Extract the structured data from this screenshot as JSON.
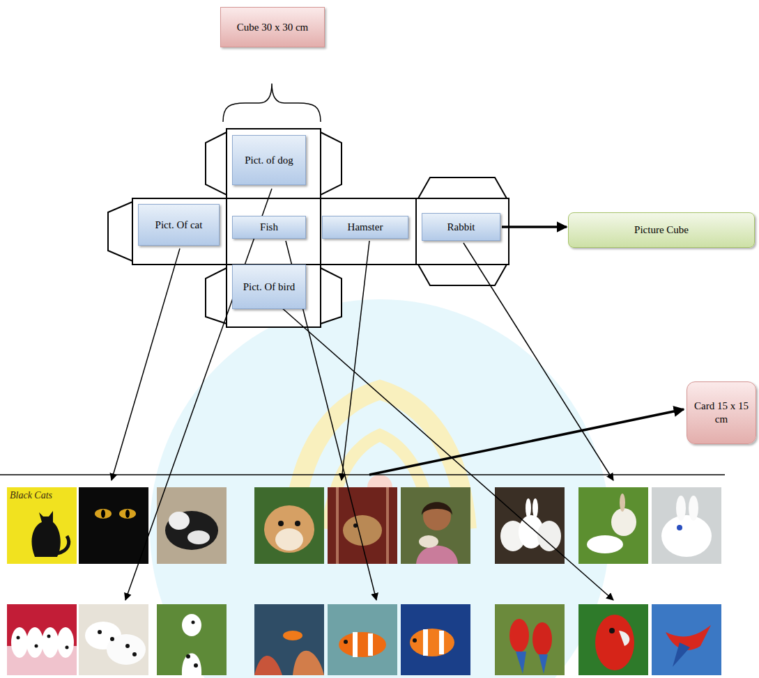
{
  "diagram": {
    "nodes": [
      {
        "text": [
          "Cube 30 x 30 cm"
        ]
      },
      {
        "text": [
          "Pict. of dog"
        ]
      },
      {
        "text": [
          "Pict. Of cat"
        ]
      },
      {
        "text": [
          "Fish"
        ]
      },
      {
        "text": [
          "Hamster"
        ]
      },
      {
        "text": [
          "Rabbit"
        ]
      },
      {
        "text": [
          "Picture Cube"
        ]
      },
      {
        "text": [
          "Pict. Of bird"
        ]
      },
      {
        "text": [
          "Card 15 x 15 cm"
        ]
      }
    ],
    "edges": [
      {
        "from": 5,
        "to": 6,
        "arrow": "to"
      }
    ],
    "labels": [
      "Black Cats"
    ]
  }
}
